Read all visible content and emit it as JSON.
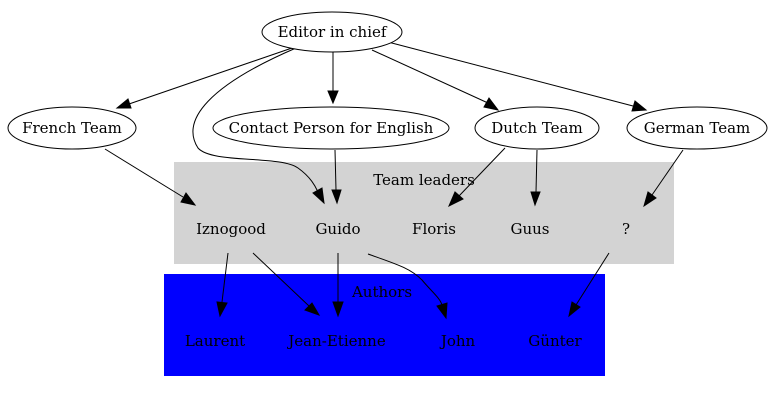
{
  "nodes": {
    "editor": "Editor in chief",
    "french": "French Team",
    "contact": "Contact Person for English",
    "dutch": "Dutch Team",
    "german": "German Team",
    "iznogood": "Iznogood",
    "guido": "Guido",
    "floris": "Floris",
    "guus": "Guus",
    "unknown": "?",
    "laurent": "Laurent",
    "jeanetienne": "Jean-Etienne",
    "john": "John",
    "gunter": "Günter"
  },
  "clusters": {
    "leaders": {
      "label": "Team leaders",
      "color": "#d3d3d3"
    },
    "authors": {
      "label": "Authors",
      "color": "#0000ff"
    }
  },
  "edges": [
    [
      "editor",
      "french"
    ],
    [
      "editor",
      "contact"
    ],
    [
      "editor",
      "dutch"
    ],
    [
      "editor",
      "german"
    ],
    [
      "editor",
      "guido"
    ],
    [
      "french",
      "iznogood"
    ],
    [
      "contact",
      "guido"
    ],
    [
      "dutch",
      "floris"
    ],
    [
      "dutch",
      "guus"
    ],
    [
      "german",
      "unknown"
    ],
    [
      "iznogood",
      "laurent"
    ],
    [
      "iznogood",
      "jeanetienne"
    ],
    [
      "guido",
      "jeanetienne"
    ],
    [
      "guido",
      "john"
    ],
    [
      "unknown",
      "gunter"
    ]
  ]
}
